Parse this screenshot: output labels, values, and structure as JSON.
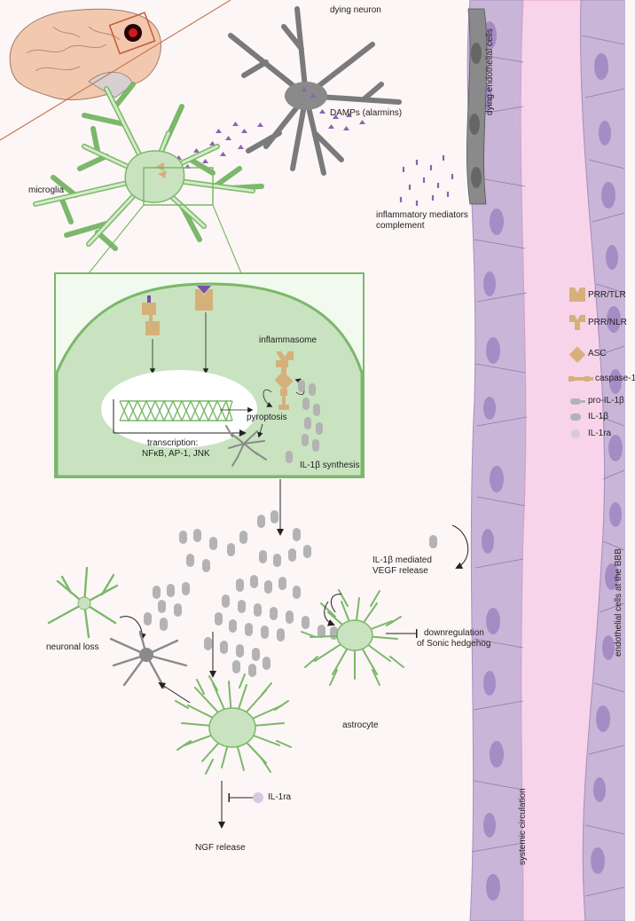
{
  "labels": {
    "dying_neuron": "dying neuron",
    "damps": "DAMPs (alarmins)",
    "microglia": "microglia",
    "inflammatory_mediators": "inflammatory mediators",
    "complement": "complement",
    "dying_endothelial": "dying endothelial cells",
    "inflammasome": "inflammasome",
    "pyroptosis": "pyroptosis",
    "transcription": "transcription:",
    "transcription_factors": "NFκB, AP-1, JNK",
    "il1b_synthesis": "IL-1β synthesis",
    "vegf_line1": "IL-1β mediated",
    "vegf_line2": "VEGF release",
    "neuronal_loss": "neuronal loss",
    "downregulation_line1": "downregulation",
    "downregulation_line2": "of Sonic hedgehog",
    "astrocyte": "astrocyte",
    "il1ra": "IL-1ra",
    "ngf_release": "NGF release",
    "endothelial_bbb": "endothelial cells at the BBB",
    "systemic_circulation": "systemic circulation"
  },
  "legend": [
    {
      "icon": "prr-tlr-icon",
      "label": "PRR/TLR"
    },
    {
      "icon": "prr-nlr-icon",
      "label": "PRR/NLR"
    },
    {
      "icon": "asc-icon",
      "label": "ASC"
    },
    {
      "icon": "caspase-1-icon",
      "label": "caspase-1"
    },
    {
      "icon": "pro-il1b-icon",
      "label": "pro-IL-1β"
    },
    {
      "icon": "il1b-icon",
      "label": "IL-1β"
    },
    {
      "icon": "il1ra-icon",
      "label": "IL-1ra"
    }
  ],
  "colors": {
    "background": "#fdf6f6",
    "microglia": "#c9e3c0",
    "microglia_stroke": "#7bb86a",
    "neuron": "#8a8a8a",
    "receptor": "#d6b07a",
    "il1b": "#b3b3b3",
    "il1ra": "#d9c6e3",
    "vessel_lumen": "#f7d4ea",
    "endothelial": "#c9b5d8",
    "damp": "#8a63b0",
    "brain": "#f2c9ae"
  }
}
